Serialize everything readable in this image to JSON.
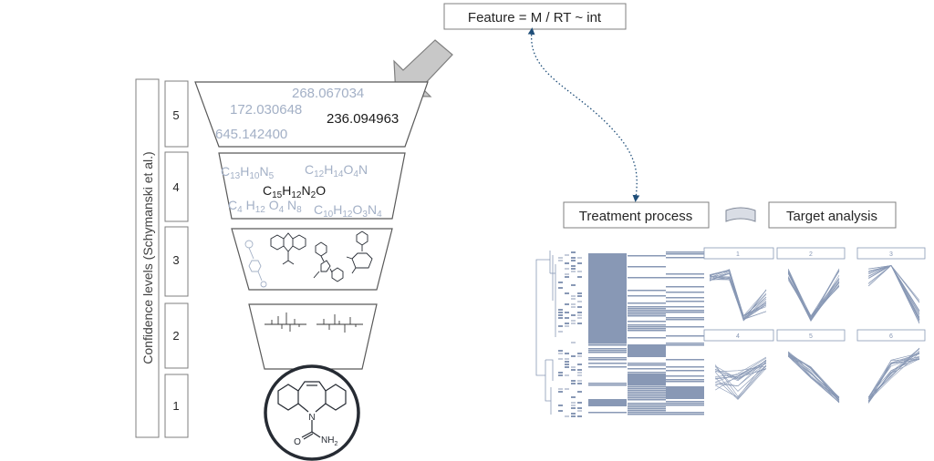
{
  "feature_box": {
    "label": "Feature = M / RT ~ int"
  },
  "confidence_axis": {
    "label": "Confidence levels (Schymanski et al.)"
  },
  "levels": [
    {
      "number": "5"
    },
    {
      "number": "4"
    },
    {
      "number": "3"
    },
    {
      "number": "2"
    },
    {
      "number": "1"
    }
  ],
  "level5": {
    "masses_faded": [
      "268.067034",
      "172.030648",
      "645.142400"
    ],
    "mass_selected": "236.094963"
  },
  "level4": {
    "formulas_faded": [
      {
        "parts": [
          [
            "C",
            ""
          ],
          [
            "13",
            "sub"
          ],
          [
            "H",
            ""
          ],
          [
            "10",
            "sub"
          ],
          [
            "N",
            ""
          ],
          [
            "5",
            "sub"
          ]
        ]
      },
      {
        "parts": [
          [
            "C",
            ""
          ],
          [
            "12",
            "sub"
          ],
          [
            "H",
            ""
          ],
          [
            "14",
            "sub"
          ],
          [
            "O",
            ""
          ],
          [
            "4",
            "sub"
          ],
          [
            "N",
            ""
          ]
        ]
      },
      {
        "parts": [
          [
            "C",
            ""
          ],
          [
            "4",
            "sub"
          ],
          [
            " H",
            ""
          ],
          [
            "12",
            "sub"
          ],
          [
            " O",
            ""
          ],
          [
            "4",
            "sub"
          ],
          [
            " N",
            ""
          ],
          [
            "8",
            "sub"
          ]
        ]
      },
      {
        "parts": [
          [
            "C",
            ""
          ],
          [
            "10",
            "sub"
          ],
          [
            "H",
            ""
          ],
          [
            "12",
            "sub"
          ],
          [
            "O",
            ""
          ],
          [
            "3",
            "sub"
          ],
          [
            "N",
            ""
          ],
          [
            "4",
            "sub"
          ]
        ]
      }
    ],
    "formula_selected": {
      "parts": [
        [
          "C",
          ""
        ],
        [
          "15",
          "sub"
        ],
        [
          "H",
          ""
        ],
        [
          "12",
          "sub"
        ],
        [
          "N",
          ""
        ],
        [
          "2",
          "sub"
        ],
        [
          "O",
          ""
        ]
      ]
    }
  },
  "level1": {
    "structure_labels": {
      "n": "N",
      "o": "O",
      "nh2": "NH",
      "nh2_sub": "2"
    }
  },
  "treatment": {
    "label": "Treatment process"
  },
  "target": {
    "label": "Target analysis"
  },
  "cluster_panels": [
    "1",
    "2",
    "3",
    "4",
    "5",
    "6"
  ],
  "colors": {
    "accent_blue": "#8898b5",
    "line_gray": "#7f7f7f",
    "dark": "#262b33",
    "faded_text": "#a3b0c6",
    "arrow_blue": "#1f4e79"
  }
}
